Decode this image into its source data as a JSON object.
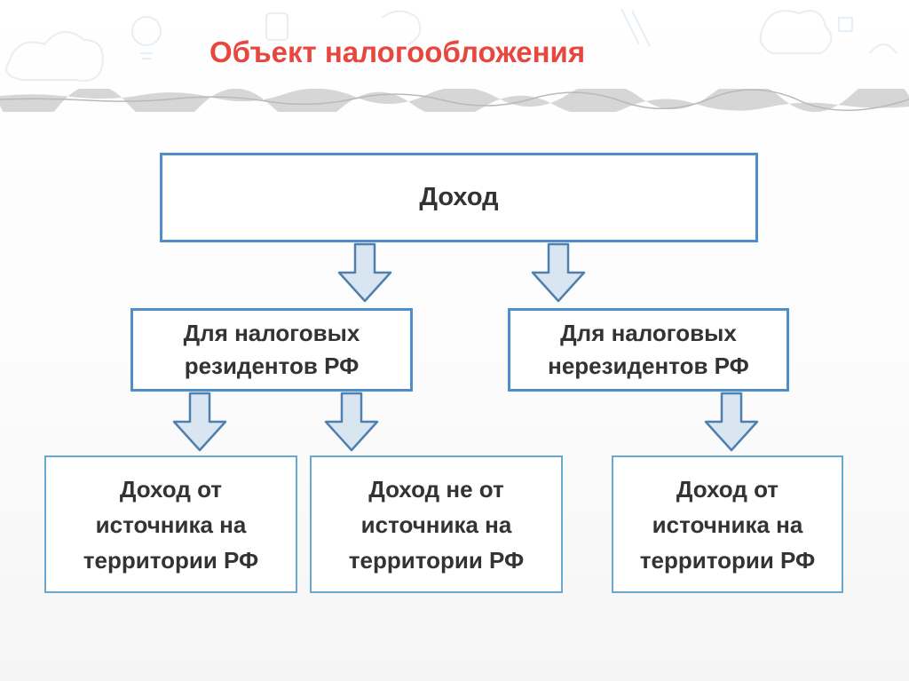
{
  "slide": {
    "title": "Объект налогообложения"
  },
  "colors": {
    "title": "#e8473f",
    "box_border": "#4f8ec9",
    "leaf_border": "#6aa9cf",
    "arrow_fill": "#dae5f2",
    "arrow_stroke": "#4f7fae",
    "text": "#333333"
  },
  "diagram": {
    "root": "Доход",
    "branches": [
      {
        "label": "Для налоговых\nрезидентов РФ",
        "children": [
          "Доход от\nисточника на\nтерритории РФ",
          "Доход не от\nисточника на\nтерритории РФ"
        ]
      },
      {
        "label": "Для налоговых\nнерезидентов РФ",
        "children": [
          "Доход от\nисточника на\nтерритории РФ"
        ]
      }
    ]
  }
}
